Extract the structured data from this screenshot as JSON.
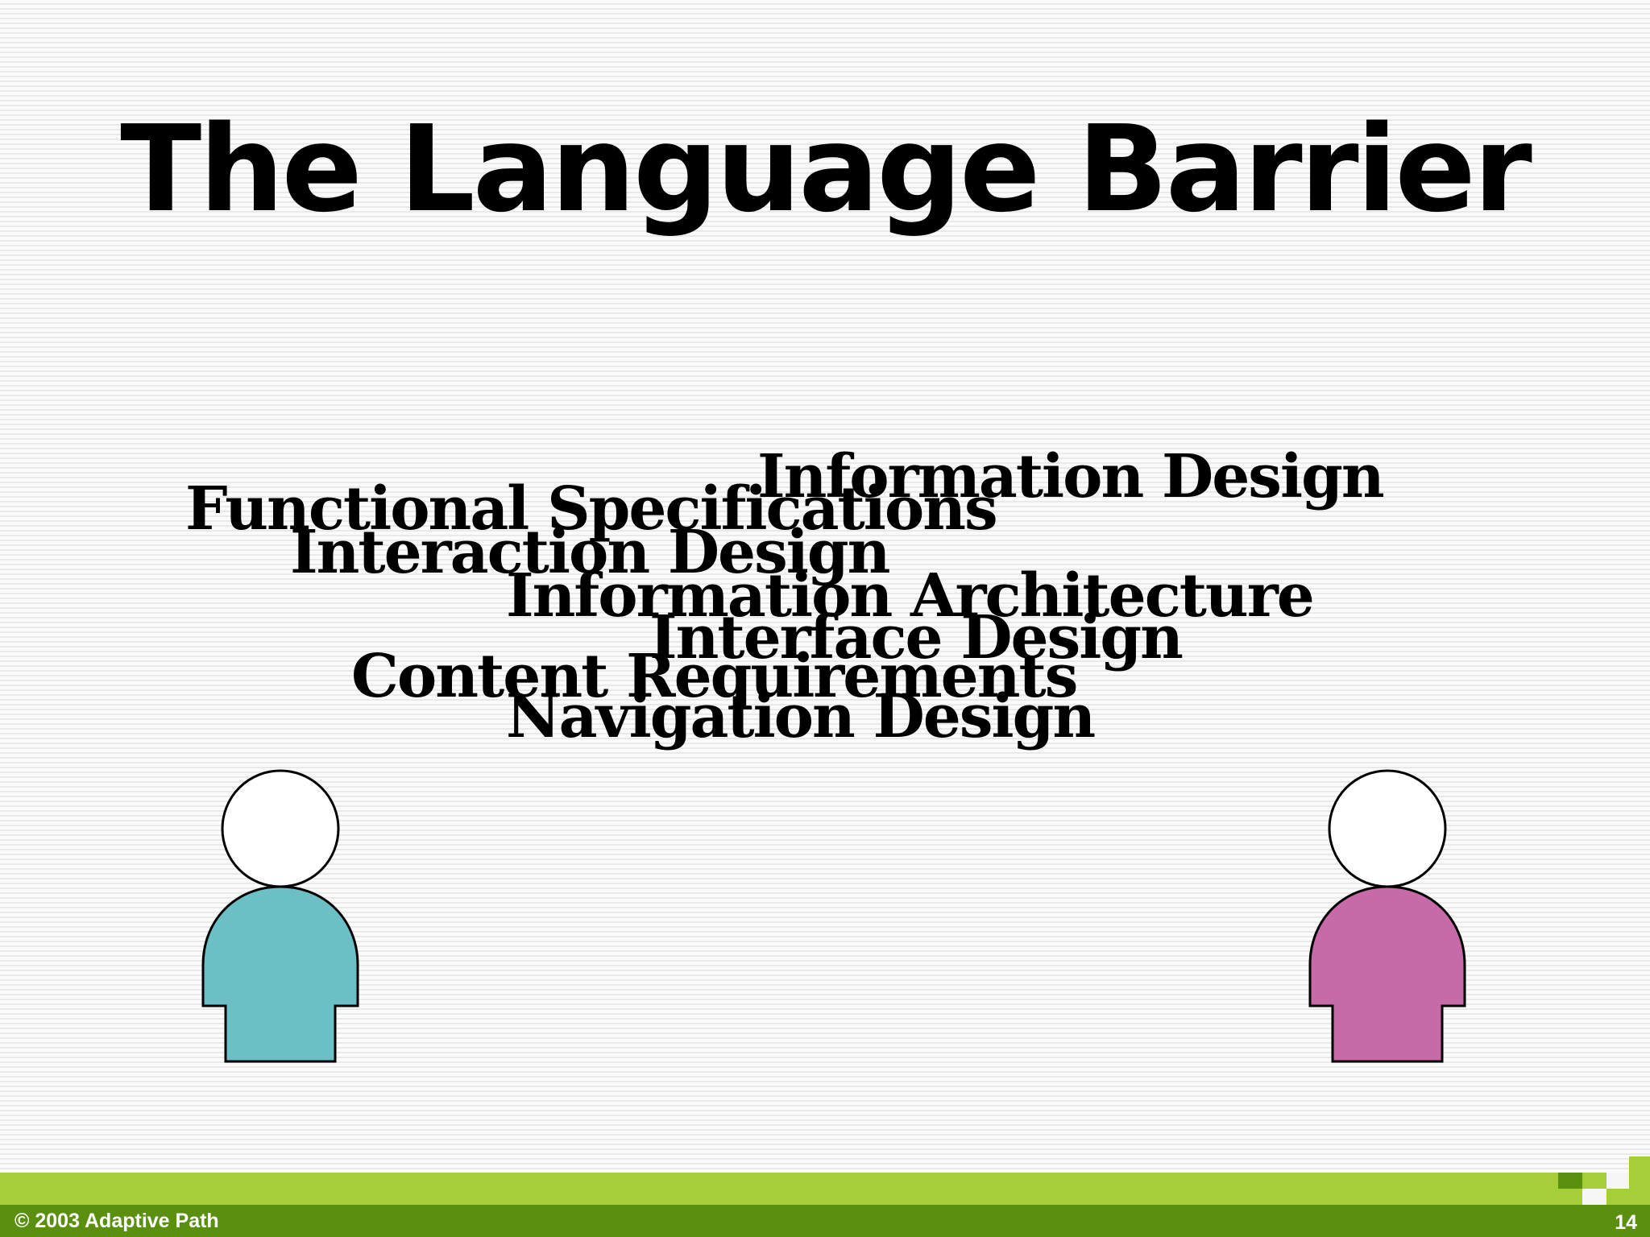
{
  "slide": {
    "title": "The Language Barrier",
    "terms": [
      "Information Design",
      "Functional Specifications",
      "Interaction Design",
      "Information Architecture",
      "Interface Design",
      "Content Requirements",
      "Navigation Design"
    ]
  },
  "figures": {
    "left_person_color": "#6cbfc4",
    "right_person_color": "#c66aa8"
  },
  "footer": {
    "copyright": "© 2003 Adaptive Path",
    "page_number": "14"
  },
  "colors": {
    "accent_light": "#a6ce39",
    "accent_dark": "#5a8f10"
  }
}
